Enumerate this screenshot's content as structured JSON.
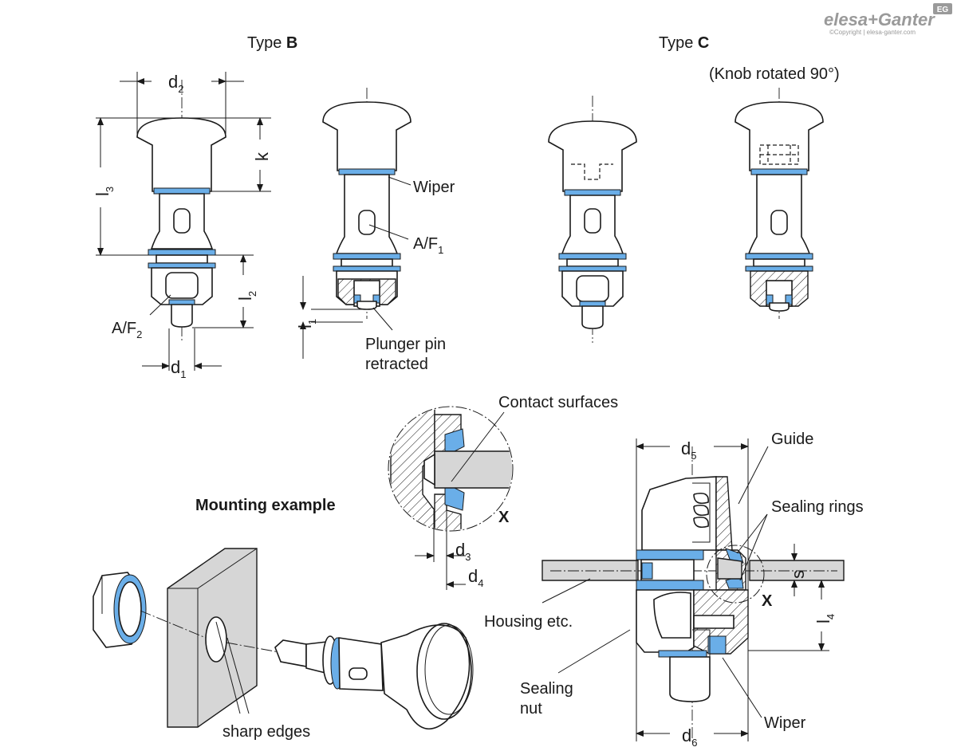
{
  "logo": {
    "brand": "elesa+Ganter",
    "badge": "EG",
    "copyright": "©Copyright | elesa-ganter.com"
  },
  "type_b": {
    "prefix": "Type ",
    "letter": "B"
  },
  "type_c": {
    "prefix": "Type ",
    "letter": "C",
    "note": "(Knob rotated 90°)"
  },
  "dims": {
    "d2": {
      "main": "d",
      "sub": "2"
    },
    "k": {
      "main": "k"
    },
    "l3": {
      "main": "l",
      "sub": "3"
    },
    "l2": {
      "main": "l",
      "sub": "2"
    },
    "l1": {
      "main": "l",
      "sub": "1"
    },
    "d1": {
      "main": "d",
      "sub": "1"
    },
    "af2": {
      "main": "A/F",
      "sub": "2"
    },
    "af1": {
      "main": "A/F",
      "sub": "1"
    },
    "d3": {
      "main": "d",
      "sub": "3"
    },
    "d4": {
      "main": "d",
      "sub": "4"
    },
    "d5": {
      "main": "d",
      "sub": "5"
    },
    "d6": {
      "main": "d",
      "sub": "6"
    },
    "l4": {
      "main": "l",
      "sub": "4"
    },
    "s": {
      "main": "s"
    },
    "x1": "X",
    "x2": "X"
  },
  "labels": {
    "wiper_top": "Wiper",
    "plunger_line1": "Plunger pin",
    "plunger_line2": "retracted",
    "contact_surfaces": "Contact surfaces",
    "mounting_example": "Mounting example",
    "sharp_edges": "sharp edges",
    "guide": "Guide",
    "sealing_rings": "Sealing rings",
    "housing": "Housing etc.",
    "sealing_nut_line1": "Sealing",
    "sealing_nut_line2": "nut",
    "wiper_bottom": "Wiper"
  },
  "colors": {
    "seal_blue": "#6aaee8",
    "section_grey": "#d6d6d6",
    "ink": "#1a1a1a",
    "logo_grey": "#9a9a9a"
  }
}
